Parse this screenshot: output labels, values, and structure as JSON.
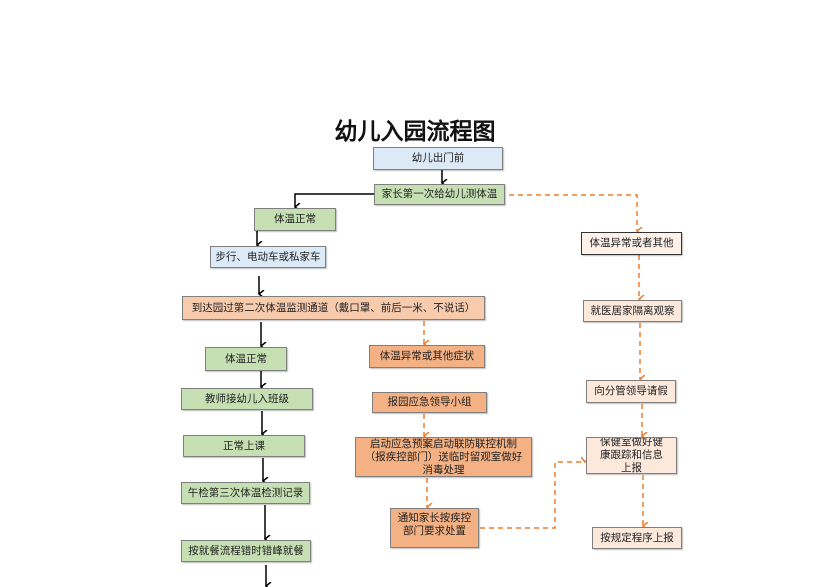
{
  "title": "幼儿入园流程图",
  "colors": {
    "blue": "#dce9f6",
    "green": "#c6e0b4",
    "peach": "#f8cbad",
    "orange": "#f4b183",
    "dashed_arrow": "#ed7d31",
    "solid_arrow": "#000000"
  },
  "left": {
    "before_leave": "幼儿出门前",
    "first_check": "家长第一次给幼儿测体温",
    "normal1": "体温正常",
    "transport": "步行、电动车或私家车",
    "second_check": "到达园过第二次体温监测通道（戴口罩、前后一米、不说话）",
    "normal2": "体温正常",
    "teacher": "教师接幼儿入班级",
    "class": "正常上课",
    "third_check": "午检第三次体温检测记录",
    "meal": "按就餐流程错时错峰就餐"
  },
  "middle": {
    "abnormal": "体温异常或其他症状",
    "report": "报园应急领导小组",
    "emergency": "启动应急预案启动联防联控机制（报疾控部门）送临时留观室做好消毒处理",
    "notify": "通知家长按疾控部门要求处置"
  },
  "right": {
    "abnormal": "体温异常或者其他",
    "observe": "就医居家隔离观察",
    "leave": "向分管领导请假",
    "health": "保健室做好健康跟踪和信息上报",
    "report": "按规定程序上报"
  }
}
